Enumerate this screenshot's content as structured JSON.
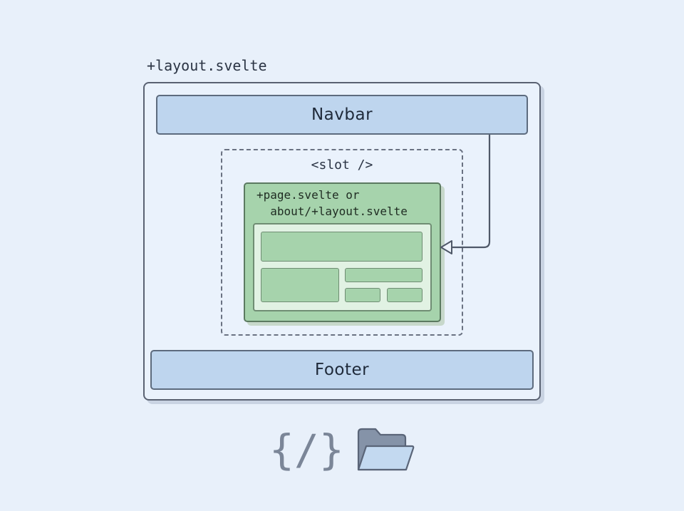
{
  "layout": {
    "label": "+layout.svelte"
  },
  "navbar": {
    "label": "Navbar"
  },
  "slot": {
    "label": "<slot />"
  },
  "page": {
    "label": "+page.svelte or\n  about/+layout.svelte"
  },
  "footer": {
    "label": "Footer"
  },
  "icons": {
    "code": {
      "name": "code-braces-icon",
      "glyph": "{/}"
    },
    "folder": {
      "name": "folder-open-icon"
    }
  },
  "colors": {
    "background": "#e8f0fa",
    "bar_fill": "#bed5ee",
    "page_fill": "#a6d3ac",
    "stroke": "#5a6272"
  }
}
